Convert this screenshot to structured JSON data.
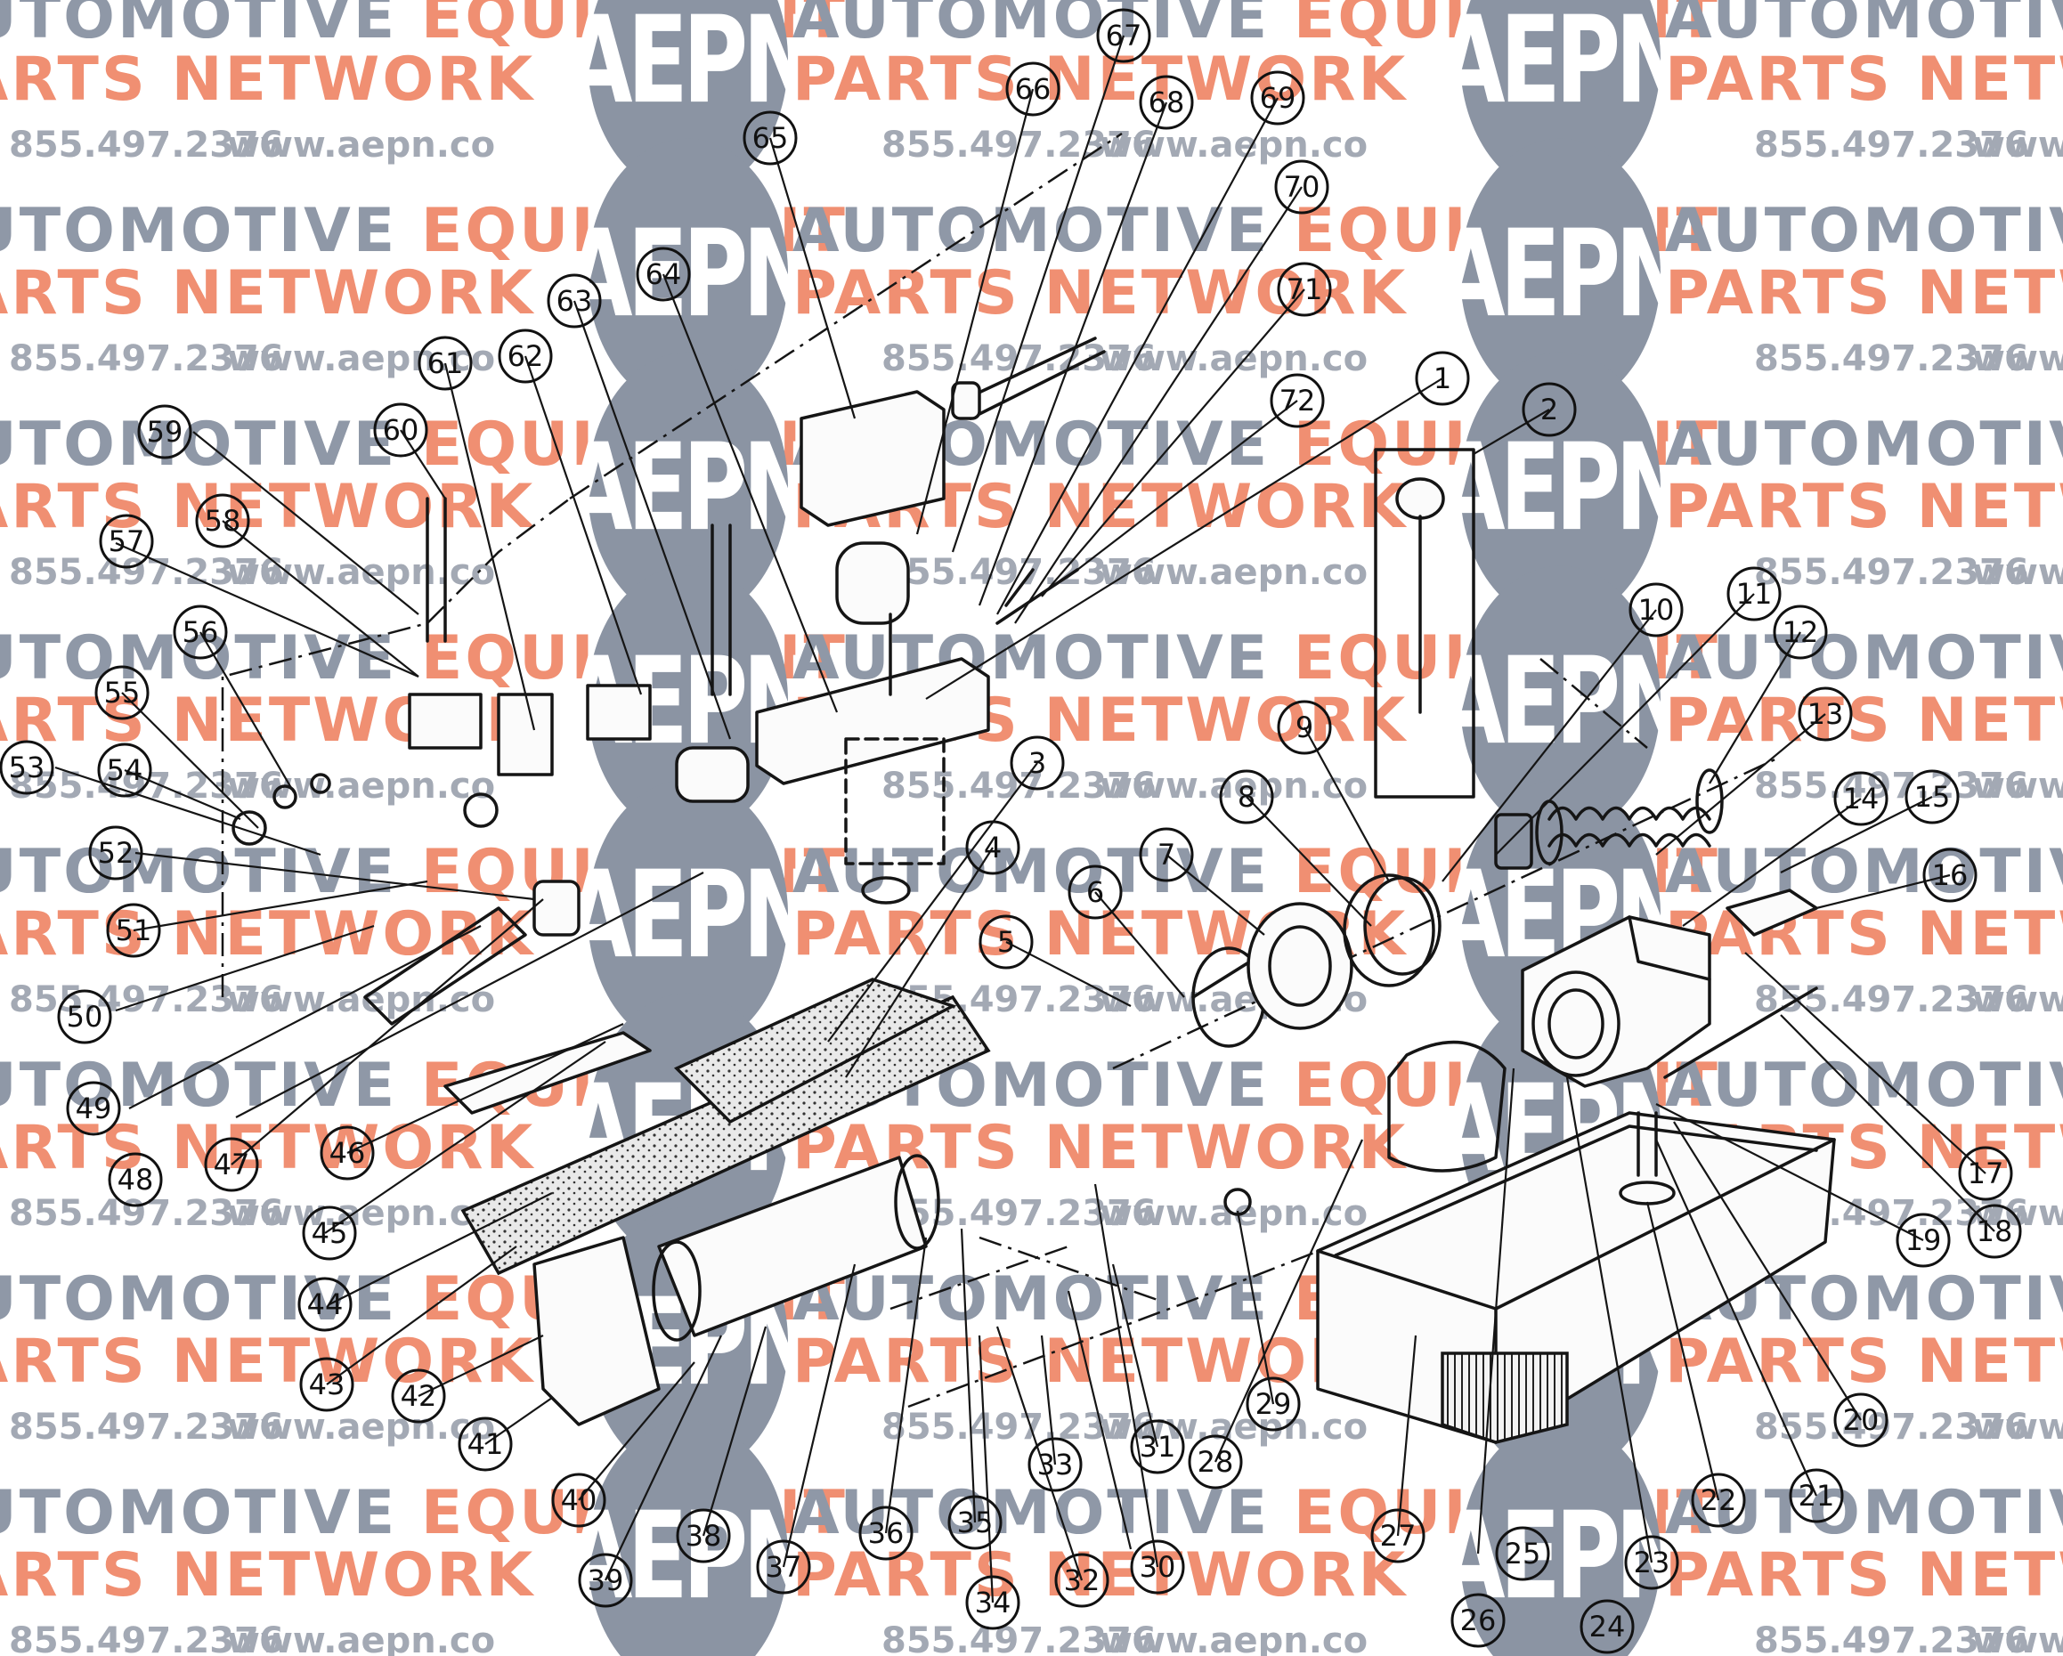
{
  "watermark": {
    "line_auto": "AUTOMOTIVE",
    "line_equipment": "EQUIPMENT",
    "line_parts": "PARTS NETWORK",
    "phone": "855.497.2376",
    "website": "www.aepn.co",
    "logo": "AEPN",
    "colors": {
      "gray": "#8f98a7",
      "orange": "#f08f72",
      "logo_bg": "#8b94a3"
    }
  },
  "callouts": [
    "1",
    "2",
    "3",
    "4",
    "5",
    "6",
    "7",
    "8",
    "9",
    "10",
    "11",
    "12",
    "13",
    "14",
    "15",
    "16",
    "17",
    "18",
    "19",
    "20",
    "21",
    "22",
    "23",
    "24",
    "25",
    "26",
    "27",
    "28",
    "29",
    "30",
    "31",
    "32",
    "33",
    "34",
    "35",
    "36",
    "37",
    "38",
    "39",
    "40",
    "41",
    "42",
    "43",
    "44",
    "45",
    "46",
    "47",
    "48",
    "49",
    "50",
    "51",
    "52",
    "53",
    "54",
    "55",
    "56",
    "57",
    "58",
    "59",
    "60",
    "61",
    "62",
    "63",
    "64",
    "65",
    "66",
    "67",
    "68",
    "69",
    "70",
    "71",
    "72"
  ]
}
